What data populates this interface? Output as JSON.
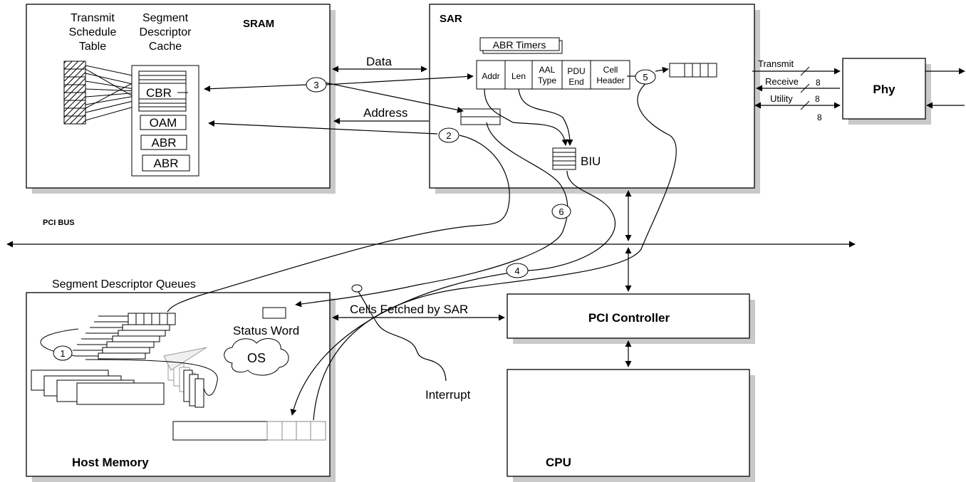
{
  "sram": {
    "title": "SRAM",
    "transmit_schedule_table": [
      "Transmit",
      "Schedule",
      "Table"
    ],
    "segment_descriptor_cache": [
      "Segment",
      "Descriptor",
      "Cache"
    ],
    "cbr": "CBR",
    "oam": "OAM",
    "abr1": "ABR",
    "abr2": "ABR"
  },
  "sar": {
    "title": "SAR",
    "abr_timers": "ABR Timers",
    "fields": {
      "addr": "Addr",
      "len": "Len",
      "aal": [
        "AAL",
        "Type"
      ],
      "pdu": [
        "PDU",
        "End"
      ],
      "cell": [
        "Cell",
        "Header"
      ]
    },
    "biu": "BIU"
  },
  "links": {
    "data": "Data",
    "address": "Address",
    "transmit": "Transmit",
    "receive": "Receive",
    "utility": "Utility",
    "width_8a": "8",
    "width_8b": "8",
    "width_8c": "8",
    "pci_bus": "PCI BUS",
    "cells_fetched": "Cells Fetched by SAR",
    "interrupt": "Interrupt"
  },
  "phy": {
    "title": "Phy"
  },
  "steps": [
    "1",
    "2",
    "3",
    "4",
    "5",
    "6"
  ],
  "host": {
    "queues_label": "Segment Descriptor Queues",
    "status_word": "Status Word",
    "os": "OS",
    "title": "Host Memory"
  },
  "pci_controller": {
    "title": "PCI Controller"
  },
  "cpu": {
    "title": "CPU"
  }
}
